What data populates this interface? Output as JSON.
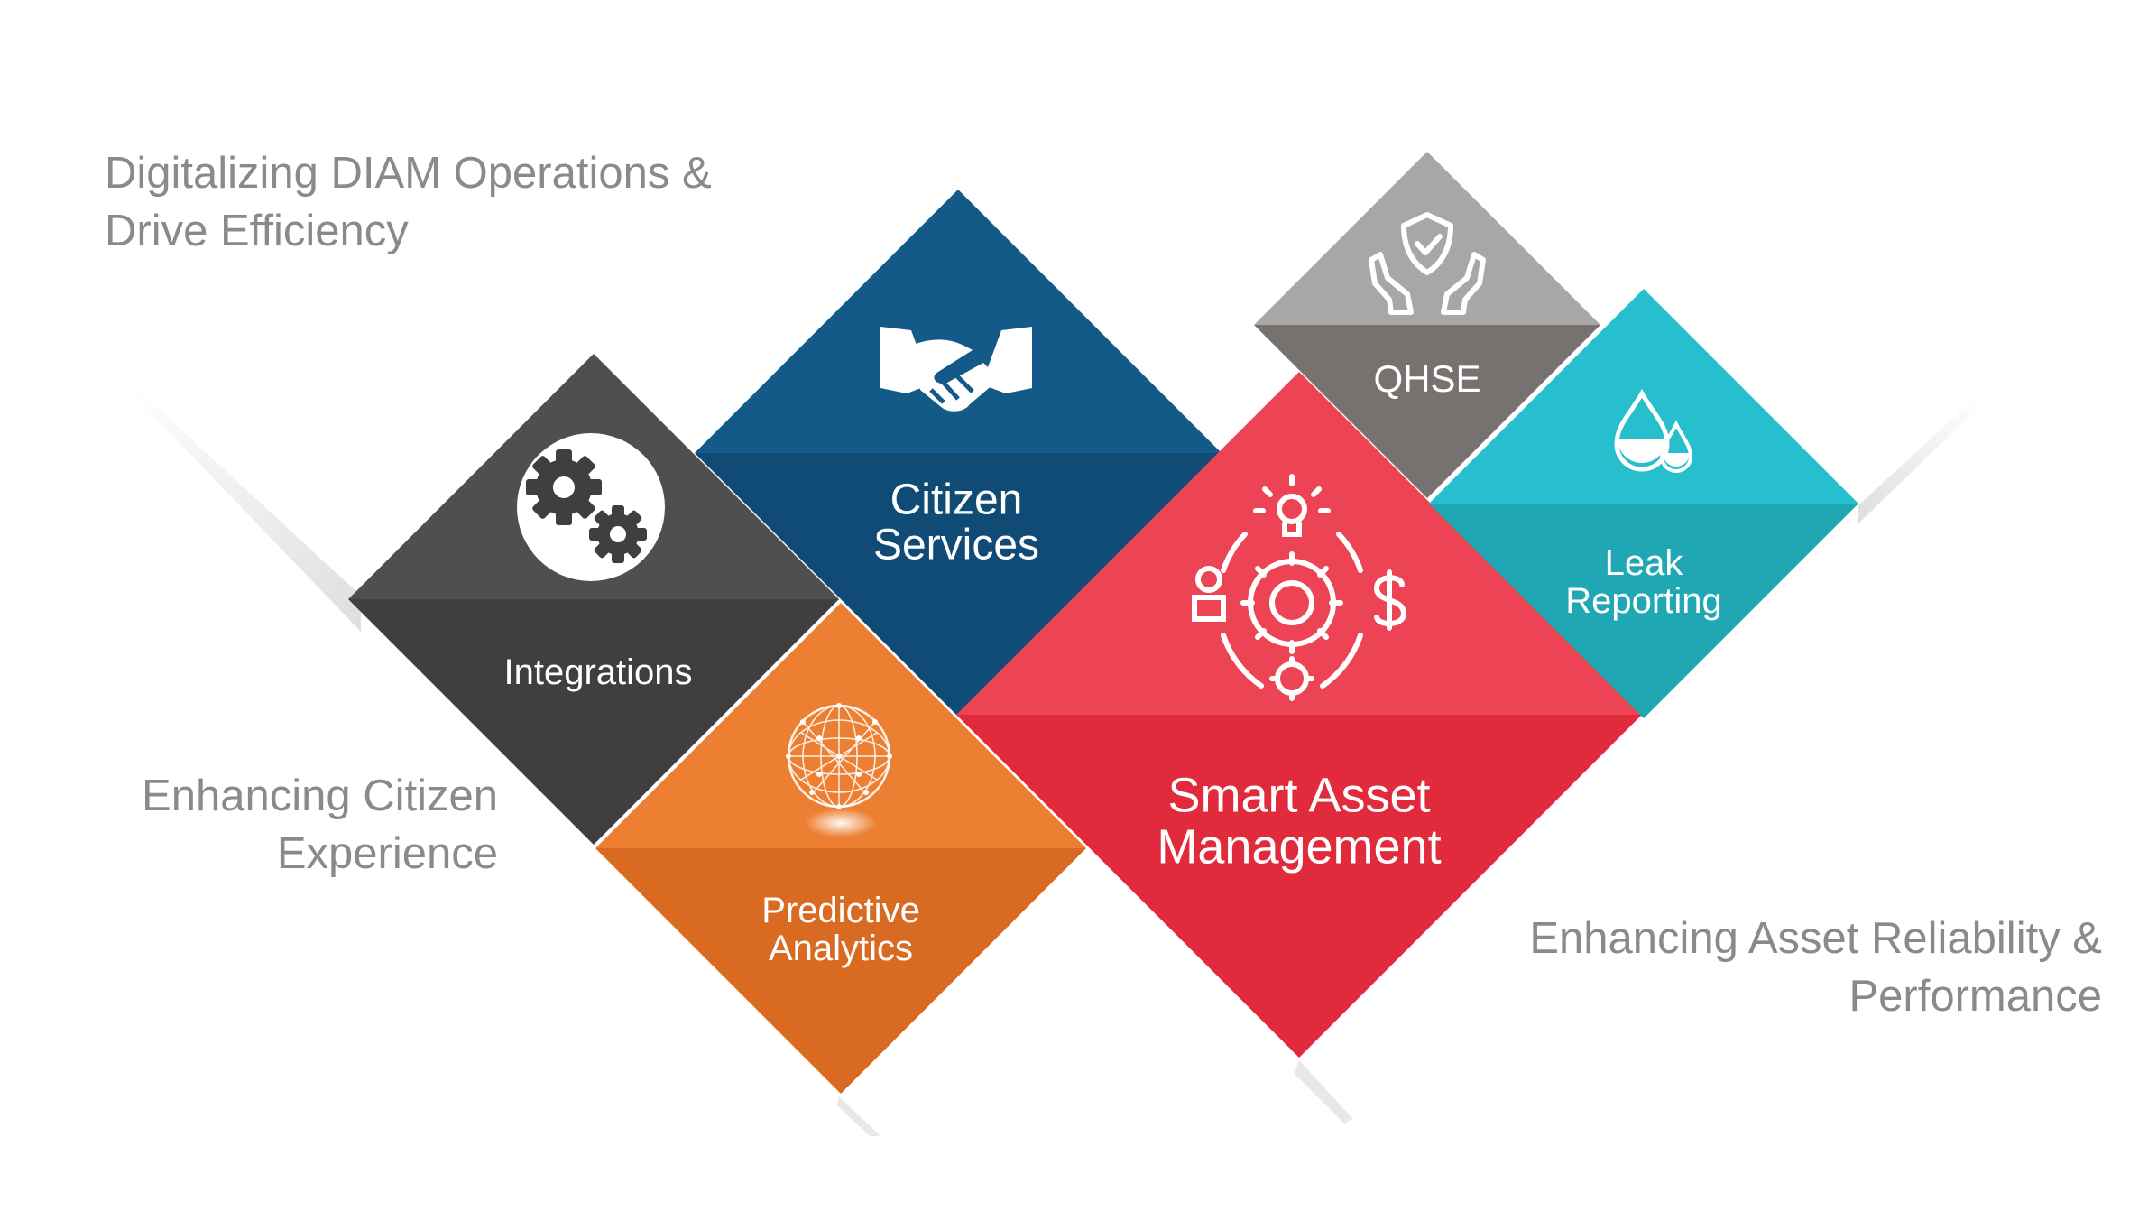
{
  "captions": {
    "top": [
      "Digitalizing DIAM Operations &",
      "Drive Efficiency"
    ],
    "left": [
      "Enhancing Citizen",
      "Experience"
    ],
    "right": [
      "Enhancing Asset Reliability &",
      "Performance"
    ]
  },
  "tiles": {
    "integrations": {
      "label": "Integrations",
      "icon": "gears-icon",
      "color_top": "#4f4f4f",
      "color_bottom": "#3f3f3f"
    },
    "citizen_services": {
      "label_lines": [
        "Citizen",
        "Services"
      ],
      "icon": "handshake-icon",
      "color_top": "#135a88",
      "color_bottom": "#0f4b74"
    },
    "qhse": {
      "label": "QHSE",
      "icon": "shield-hands-icon",
      "color_top": "#a9a7a6",
      "color_bottom": "#77716f"
    },
    "leak_reporting": {
      "label_lines": [
        "Leak",
        "Reporting"
      ],
      "icon": "water-drops-icon",
      "color_top": "#27bfcd",
      "color_bottom": "#1fa7b4"
    },
    "smart_asset_management": {
      "label_lines": [
        "Smart Asset",
        "Management"
      ],
      "icon": "asset-cycle-icon",
      "color_top": "#ec4454",
      "color_bottom": "#e12b3c"
    },
    "predictive_analytics": {
      "label_lines": [
        "Predictive",
        "Analytics"
      ],
      "icon": "network-globe-icon",
      "color_top": "#ec7f31",
      "color_bottom": "#d96a21"
    }
  }
}
